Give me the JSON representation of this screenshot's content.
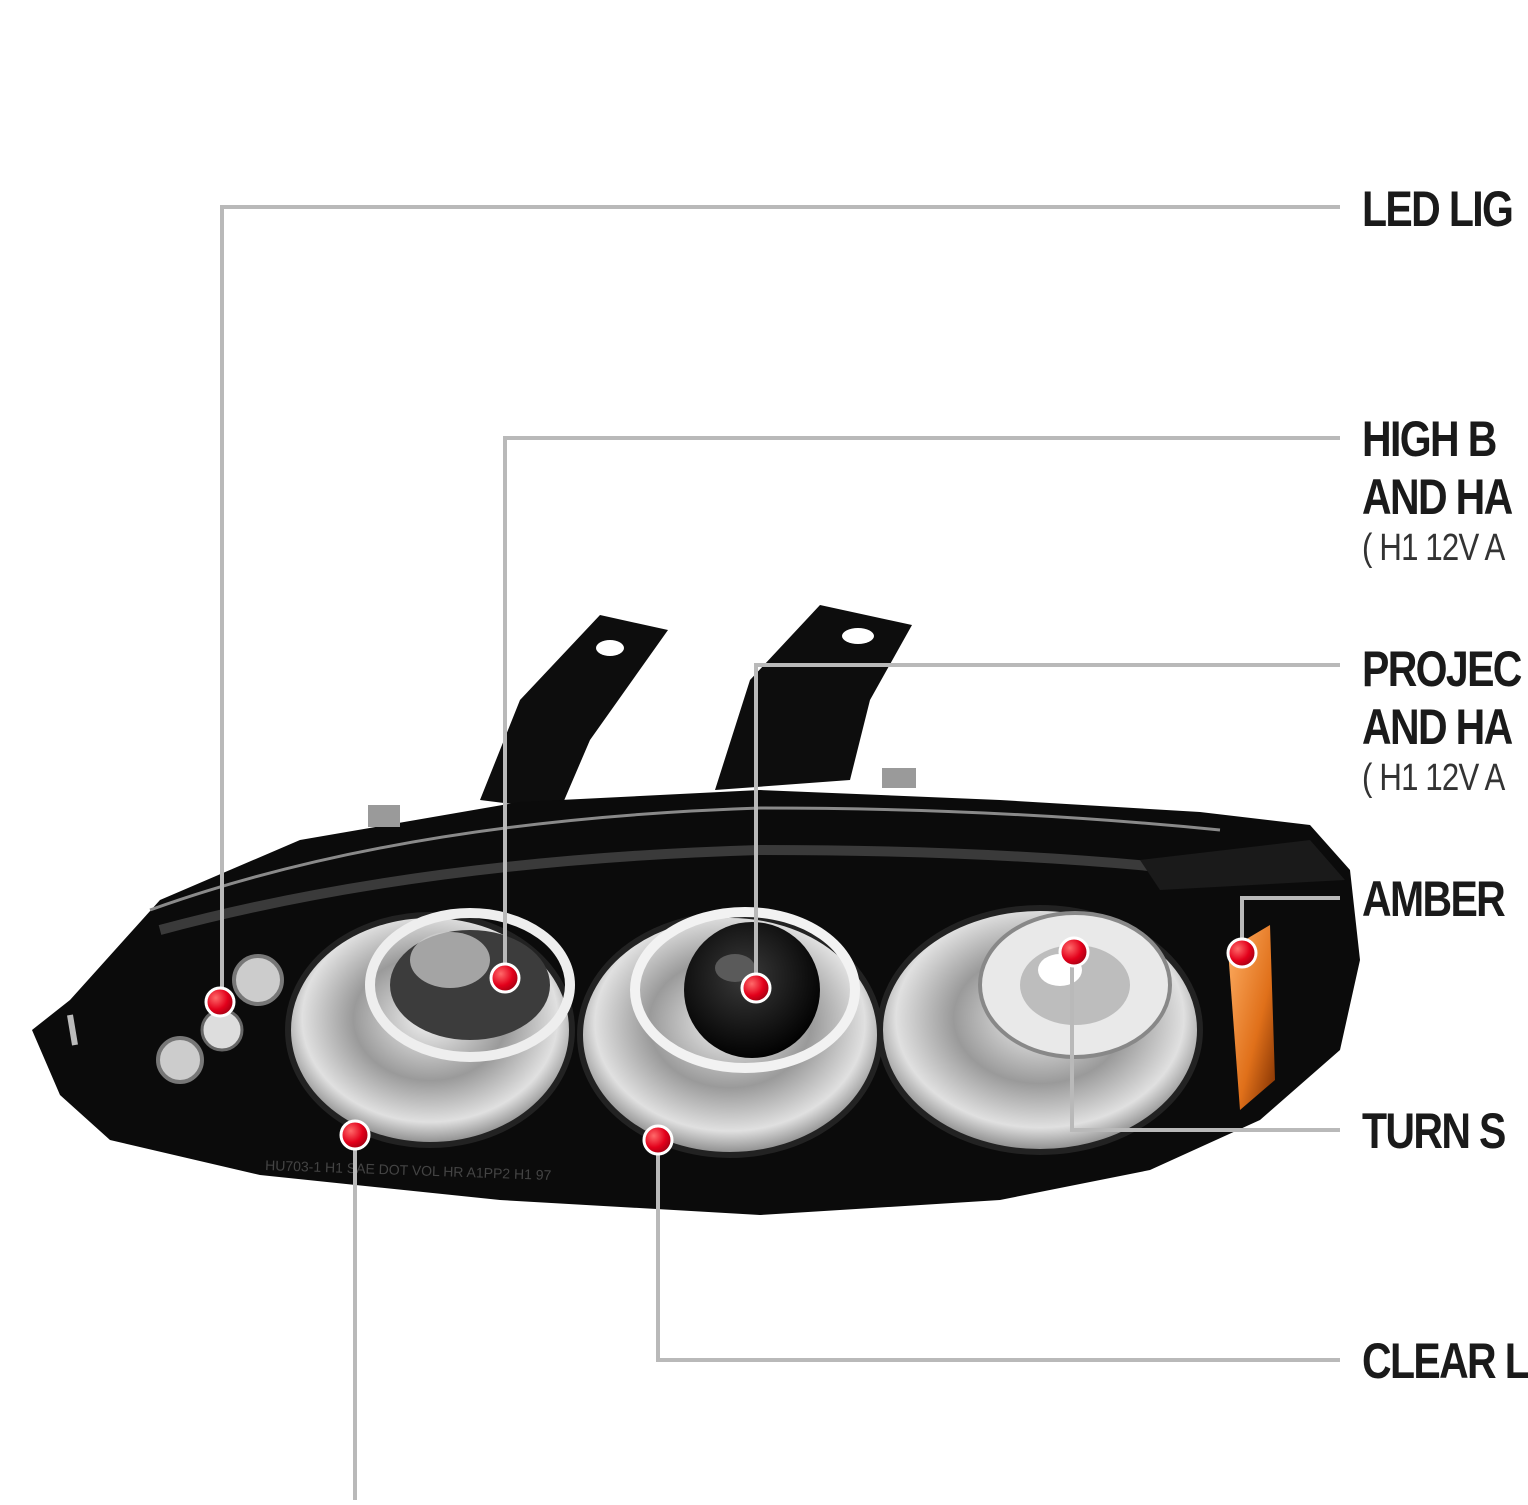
{
  "callouts": {
    "led": {
      "line1": "LED LIG"
    },
    "high_beam": {
      "line1": "HIGH B",
      "line2": "AND HA",
      "line3": "( H1  12V A"
    },
    "projector": {
      "line1": "PROJEC",
      "line2": "AND HA",
      "line3": "( H1  12V A"
    },
    "amber": {
      "line1": "AMBER"
    },
    "turn": {
      "line1": "TURN S"
    },
    "clear": {
      "line1": "CLEAR L"
    }
  },
  "lens_marking": "HU703-1     H1  SAE  DOT  VOL  HR  A1PP2  H1  97",
  "colors": {
    "leader_line": "#b9b9b9",
    "marker": "#e3001b",
    "housing": "#0b0b0b"
  }
}
